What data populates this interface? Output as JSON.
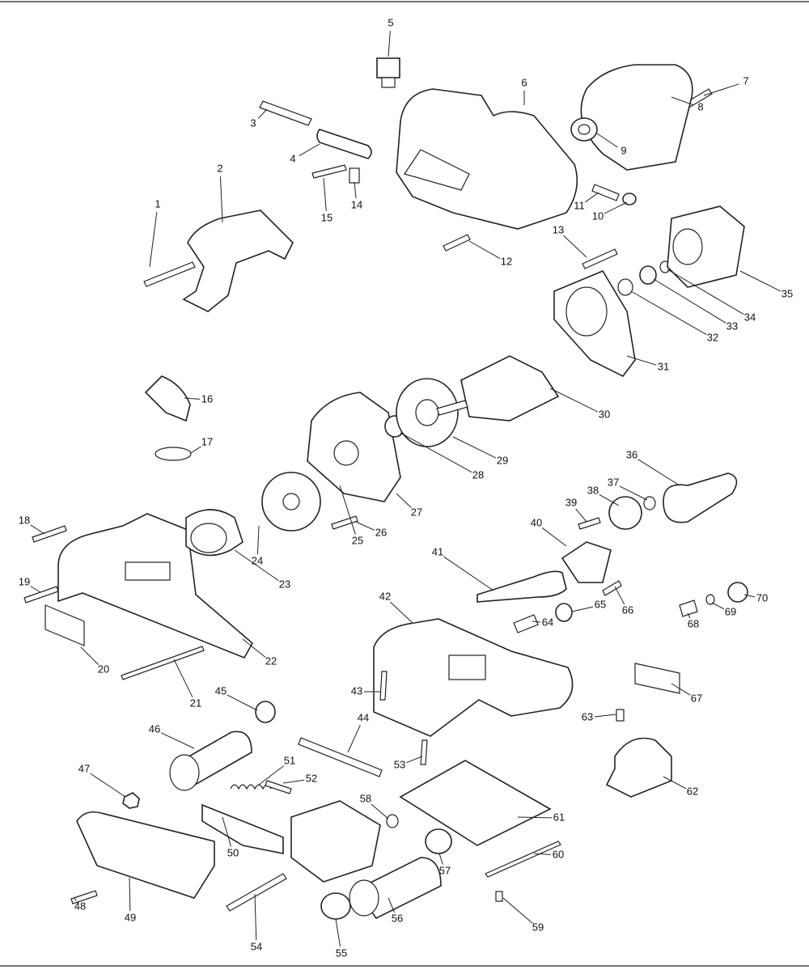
{
  "callouts": [
    "1",
    "2",
    "3",
    "4",
    "5",
    "6",
    "7",
    "8",
    "9",
    "10",
    "11",
    "12",
    "13",
    "14",
    "15",
    "16",
    "17",
    "18",
    "19",
    "20",
    "21",
    "22",
    "23",
    "24",
    "25",
    "26",
    "27",
    "28",
    "29",
    "30",
    "31",
    "32",
    "33",
    "34",
    "35",
    "36",
    "37",
    "38",
    "39",
    "40",
    "41",
    "42",
    "43",
    "44",
    "45",
    "46",
    "47",
    "48",
    "49",
    "50",
    "51",
    "52",
    "53",
    "54",
    "55",
    "56",
    "57",
    "58",
    "59",
    "60",
    "61",
    "62",
    "63",
    "64",
    "65",
    "66",
    "67",
    "68",
    "69",
    "70"
  ]
}
